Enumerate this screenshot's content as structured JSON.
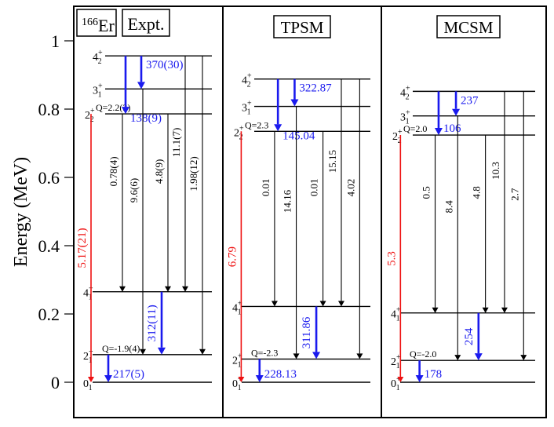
{
  "axis": {
    "ylabel": "Energy (MeV)",
    "ymin": -0.05,
    "ymax": 1.1,
    "ticks": [
      {
        "v": 0,
        "t": "0"
      },
      {
        "v": 0.2,
        "t": "0.2"
      },
      {
        "v": 0.4,
        "t": "0.4"
      },
      {
        "v": 0.6,
        "t": "0.6"
      },
      {
        "v": 0.8,
        "t": "0.8"
      },
      {
        "v": 1.0,
        "t": "1"
      }
    ]
  },
  "colors": {
    "black": "#000000",
    "blue": "#1a1aee",
    "red": "#ee1111"
  },
  "panels": [
    {
      "id": "expt",
      "nucleus": {
        "mass": "166",
        "symbol": "Er"
      },
      "title": "Expt.",
      "levels": [
        {
          "id": "g0",
          "ell": "0",
          "sup": "+",
          "sub": "1",
          "E": 0.0,
          "q": ""
        },
        {
          "id": "g2",
          "ell": "2",
          "sup": "+",
          "sub": "1",
          "E": 0.081,
          "q": "Q=-1.9(4)"
        },
        {
          "id": "g4",
          "ell": "4",
          "sup": "+",
          "sub": "1",
          "E": 0.265,
          "q": ""
        },
        {
          "id": "gm2",
          "ell": "2",
          "sup": "+",
          "sub": "2",
          "E": 0.786,
          "q": "Q=2.2(3)"
        },
        {
          "id": "gm3",
          "ell": "3",
          "sup": "+",
          "sub": "1",
          "E": 0.859,
          "q": ""
        },
        {
          "id": "gm4",
          "ell": "4",
          "sup": "+",
          "sub": "2",
          "E": 0.956,
          "q": ""
        }
      ],
      "transitions": [
        {
          "from": "gm2",
          "to": "g0",
          "val": "5.17(21)",
          "c": "red",
          "w": 1.6
        },
        {
          "from": "g2",
          "to": "g0",
          "val": "217(5)",
          "c": "blue",
          "w": 2.6
        },
        {
          "from": "g4",
          "to": "g2",
          "val": "312(11)",
          "c": "blue",
          "w": 2.6
        },
        {
          "from": "gm4",
          "to": "gm3",
          "val": "370(30)",
          "c": "blue",
          "w": 2.6
        },
        {
          "from": "gm4",
          "to": "gm2",
          "val": "138(9)",
          "c": "blue",
          "w": 2.6
        },
        {
          "from": "gm2",
          "to": "g4",
          "val": "0.78(4)",
          "c": "black",
          "w": 1.1
        },
        {
          "from": "gm3",
          "to": "g2",
          "val": "9.6(6)",
          "c": "black",
          "w": 1.1
        },
        {
          "from": "gm2",
          "to": "g4",
          "val": "4.8(9)",
          "c": "black",
          "w": 1.1
        },
        {
          "from": "gm4",
          "to": "g4",
          "val": "11.1(7)",
          "c": "black",
          "w": 1.1
        },
        {
          "from": "gm4",
          "to": "g2",
          "val": "1.98(12)",
          "c": "black",
          "w": 1.1
        }
      ]
    },
    {
      "id": "tpsm",
      "nucleus": null,
      "title": "TPSM",
      "levels": [
        {
          "id": "g0",
          "ell": "0",
          "sup": "+",
          "sub": "1",
          "E": 0.0,
          "q": ""
        },
        {
          "id": "g2",
          "ell": "2",
          "sup": "+",
          "sub": "1",
          "E": 0.068,
          "q": "Q=-2.3"
        },
        {
          "id": "g4",
          "ell": "4",
          "sup": "+",
          "sub": "1",
          "E": 0.222,
          "q": ""
        },
        {
          "id": "gm2",
          "ell": "2",
          "sup": "+",
          "sub": "2",
          "E": 0.735,
          "q": "Q=2.3"
        },
        {
          "id": "gm3",
          "ell": "3",
          "sup": "+",
          "sub": "1",
          "E": 0.808,
          "q": ""
        },
        {
          "id": "gm4",
          "ell": "4",
          "sup": "+",
          "sub": "2",
          "E": 0.888,
          "q": ""
        }
      ],
      "transitions": [
        {
          "from": "gm2",
          "to": "g0",
          "val": "6.79",
          "c": "red",
          "w": 1.6
        },
        {
          "from": "g2",
          "to": "g0",
          "val": "228.13",
          "c": "blue",
          "w": 2.6
        },
        {
          "from": "g4",
          "to": "g2",
          "val": "311.86",
          "c": "blue",
          "w": 2.6
        },
        {
          "from": "gm4",
          "to": "gm3",
          "val": "322.87",
          "c": "blue",
          "w": 2.6
        },
        {
          "from": "gm4",
          "to": "gm2",
          "val": "145.04",
          "c": "blue",
          "w": 2.6
        },
        {
          "from": "gm2",
          "to": "g4",
          "val": "0.01",
          "c": "black",
          "w": 1.1
        },
        {
          "from": "gm3",
          "to": "g2",
          "val": "14.16",
          "c": "black",
          "w": 1.1
        },
        {
          "from": "gm2",
          "to": "g4",
          "val": "0.01",
          "c": "black",
          "w": 1.1
        },
        {
          "from": "gm4",
          "to": "g4",
          "val": "15.15",
          "c": "black",
          "w": 1.1
        },
        {
          "from": "gm4",
          "to": "g2",
          "val": "4.02",
          "c": "black",
          "w": 1.1
        }
      ]
    },
    {
      "id": "mcsm",
      "nucleus": null,
      "title": "MCSM",
      "levels": [
        {
          "id": "g0",
          "ell": "0",
          "sup": "+",
          "sub": "1",
          "E": 0.0,
          "q": ""
        },
        {
          "id": "g2",
          "ell": "2",
          "sup": "+",
          "sub": "1",
          "E": 0.064,
          "q": "Q=-2.0"
        },
        {
          "id": "g4",
          "ell": "4",
          "sup": "+",
          "sub": "1",
          "E": 0.203,
          "q": ""
        },
        {
          "id": "gm2",
          "ell": "2",
          "sup": "+",
          "sub": "2",
          "E": 0.724,
          "q": "Q=2.0"
        },
        {
          "id": "gm3",
          "ell": "3",
          "sup": "+",
          "sub": "1",
          "E": 0.78,
          "q": ""
        },
        {
          "id": "gm4",
          "ell": "4",
          "sup": "+",
          "sub": "2",
          "E": 0.852,
          "q": ""
        }
      ],
      "transitions": [
        {
          "from": "gm2",
          "to": "g0",
          "val": "5.3",
          "c": "red",
          "w": 1.6
        },
        {
          "from": "g2",
          "to": "g0",
          "val": "178",
          "c": "blue",
          "w": 2.6
        },
        {
          "from": "g4",
          "to": "g2",
          "val": "254",
          "c": "blue",
          "w": 2.6
        },
        {
          "from": "gm4",
          "to": "gm3",
          "val": "237",
          "c": "blue",
          "w": 2.6
        },
        {
          "from": "gm4",
          "to": "gm2",
          "val": "106",
          "c": "blue",
          "w": 2.6
        },
        {
          "from": "gm2",
          "to": "g4",
          "val": "0.5",
          "c": "black",
          "w": 1.1
        },
        {
          "from": "gm3",
          "to": "g2",
          "val": "8.4",
          "c": "black",
          "w": 1.1
        },
        {
          "from": "gm2",
          "to": "g4",
          "val": "4.8",
          "c": "black",
          "w": 1.1
        },
        {
          "from": "gm4",
          "to": "g4",
          "val": "10.3",
          "c": "black",
          "w": 1.1
        },
        {
          "from": "gm4",
          "to": "g2",
          "val": "2.7",
          "c": "black",
          "w": 1.1
        }
      ]
    }
  ]
}
